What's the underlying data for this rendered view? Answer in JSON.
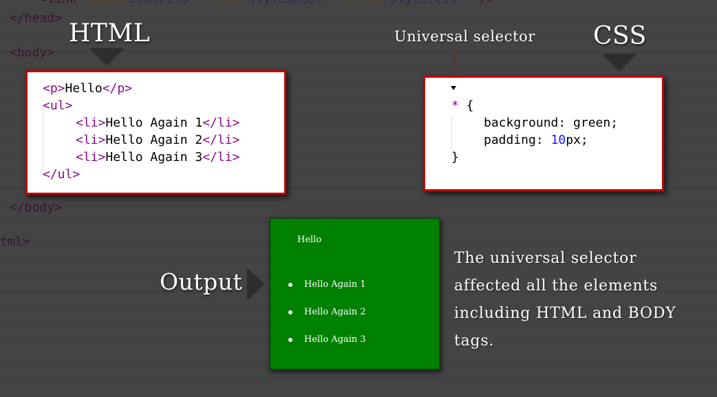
{
  "background_code": {
    "link_line": {
      "tag_open": "<link",
      "attr1": "type=",
      "val1": "\"text/css\"",
      "attr2": "rel=",
      "val2": "\"stylesheet\"",
      "attr3": "href=",
      "val3": "\"style.css\"",
      "tag_close": "/>"
    },
    "head_close": "</head>",
    "body_open": "<body>",
    "body_close": "</body>",
    "html_close": "tml>"
  },
  "headings": {
    "html": "HTML",
    "css": "CSS",
    "output": "Output",
    "universal_selector": "Universal selector"
  },
  "html_code": {
    "p_open": "<p>",
    "p_text": "Hello",
    "p_close": "</p>",
    "ul_open": "<ul>",
    "items": [
      {
        "open": "<li>",
        "text": "Hello Again 1",
        "close": "</li>"
      },
      {
        "open": "<li>",
        "text": "Hello Again 2",
        "close": "</li>"
      },
      {
        "open": "<li>",
        "text": "Hello Again 3",
        "close": "</li>"
      }
    ],
    "ul_close": "</ul>"
  },
  "css_code": {
    "selector": "*",
    "brace_open": " {",
    "prop1": "background: green;",
    "prop2_name": "padding: ",
    "prop2_num": "10",
    "prop2_unit": "px;",
    "brace_close": "}"
  },
  "output": {
    "paragraph": "Hello",
    "items": [
      "Hello Again 1",
      "Hello Again 2",
      "Hello Again 3"
    ]
  },
  "description": "The universal selector affected all the elements including HTML and BODY tags.",
  "colors": {
    "background": "#444444",
    "box_border": "#c00000",
    "tag": "#8b0a8b",
    "number": "#1a1aff",
    "output_bg": "#008000"
  }
}
